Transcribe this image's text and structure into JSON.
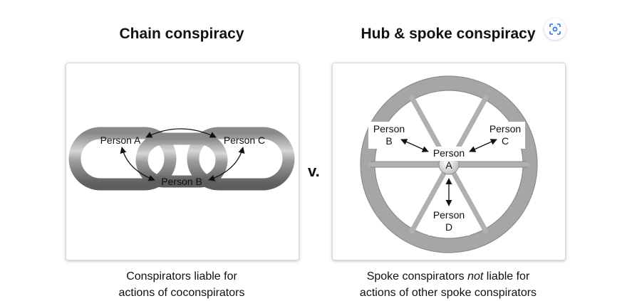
{
  "left": {
    "title": "Chain conspiracy",
    "labels": {
      "person_a": "Person A",
      "person_b": "Person B",
      "person_c": "Person C"
    },
    "caption_line1": "Conspirators liable for",
    "caption_line2": "actions of coconspirators"
  },
  "separator": "v.",
  "right": {
    "title": "Hub & spoke conspiracy",
    "labels": {
      "b_line1": "Person",
      "b_line2": "B",
      "c_line1": "Person",
      "c_line2": "C",
      "a_line1": "Person",
      "a_line2": "A",
      "d_line1": "Person",
      "d_line2": "D"
    },
    "caption_line1_pre": "Spoke conspirators ",
    "caption_line1_em": "not",
    "caption_line1_post": " liable for",
    "caption_line2": "actions of other spoke conspirators"
  },
  "icons": {
    "visual_search": "lens-scan-icon"
  }
}
